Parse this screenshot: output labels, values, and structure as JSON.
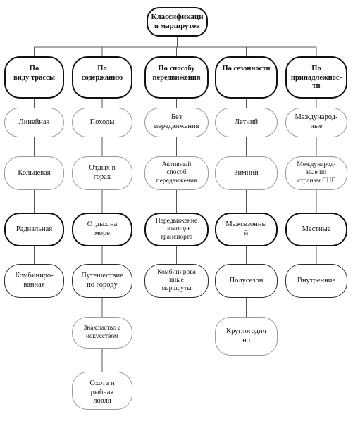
{
  "root": "Классификаци\nя маршрутов",
  "columns": [
    {
      "header": "По\nвиду трассы",
      "items": [
        "Линейная",
        "Кольцевая",
        "Радиальная",
        "Комбиниро-\nванная"
      ]
    },
    {
      "header": "По\nсодержанию",
      "items": [
        "Походы",
        "Отдых в\nгорах",
        "Отдых на\nморе",
        "Путешествие\nпо городу",
        "Знакомство с\nискусством",
        "Охота и\nрыбная\nловля"
      ]
    },
    {
      "header": "По способу\nпередвижения",
      "items": [
        "Без\nпередвижения",
        "Активный\nспособ\nпередвижения",
        "Передвижение\nс помощью\nтранспорта",
        "Комбинирова\nнные\nмаршруты"
      ]
    },
    {
      "header": "По сезонности",
      "items": [
        "Летний",
        "Зимний",
        "Межсезонны\nй",
        "Полусезон",
        "Круглогодич\nно"
      ]
    },
    {
      "header": "По\nпринадлежнос-\nти",
      "items": [
        "Международ-\nные",
        "Международ-\nные по\nстранам СНГ",
        "Местные",
        "Внутренние"
      ]
    }
  ]
}
